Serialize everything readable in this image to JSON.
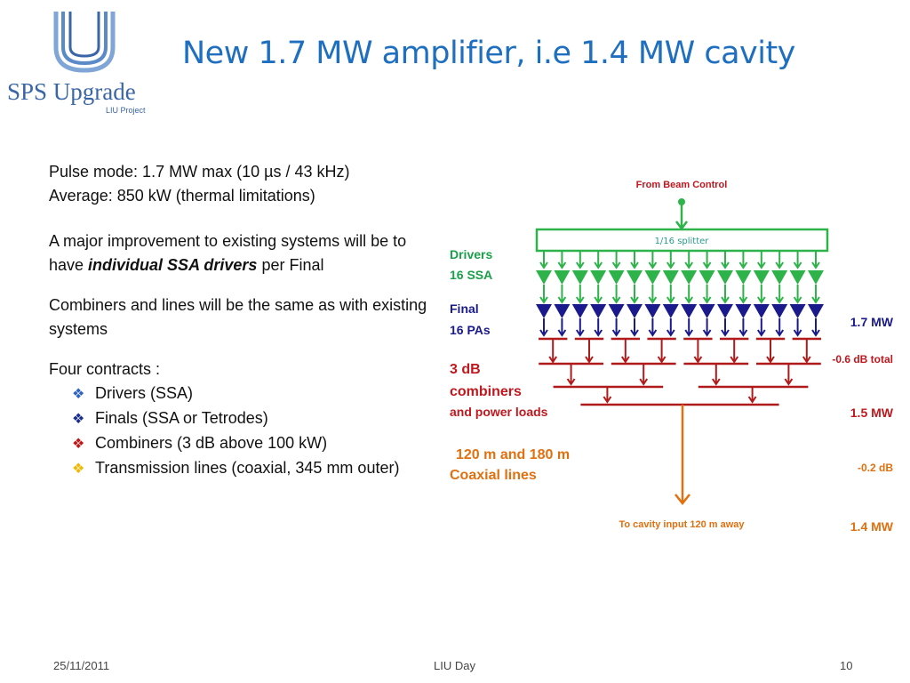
{
  "logo": {
    "name": "SPS Upgrade",
    "sub": "LIU Project"
  },
  "title": "New 1.7 MW amplifier, i.e 1.4 MW cavity",
  "body": {
    "pulse": "Pulse mode: 1.7 MW max (10 µs / 43 kHz)",
    "average": "Average: 850 kW (thermal limitations)",
    "improvement_before": "A major improvement to existing systems will be to have ",
    "improvement_emph": "individual SSA drivers",
    "improvement_after": " per Final",
    "combiners": "Combiners and lines will be the same as with existing systems",
    "contracts_heading": "Four contracts :",
    "contracts": [
      {
        "label": "Drivers (SSA)",
        "color": "#2f63c0"
      },
      {
        "label": "Finals (SSA or Tetrodes)",
        "color": "#1a2e8c"
      },
      {
        "label": "Combiners (3 dB above 100 kW)",
        "color": "#c01818"
      },
      {
        "label": "Transmission lines (coaxial, 345 mm outer)",
        "color": "#f0b800"
      }
    ]
  },
  "diagram": {
    "from_beam": "From Beam Control",
    "splitter": "1/16 splitter",
    "drivers_line1": "Drivers",
    "drivers_line2": "16 SSA",
    "final_line1": "Final",
    "final_line2": "16 PAs",
    "combiners_line1": "3 dB",
    "combiners_line2": "combiners",
    "combiners_line3": "and power loads",
    "lines_line1": "120 m and 180 m",
    "lines_line2": "Coaxial lines",
    "to_cavity": "To cavity input 120 m away",
    "p1": "1.7 MW",
    "loss1": "-0.6 dB total",
    "p2": "1.5 MW",
    "loss2": "-0.2 dB",
    "p3": "1.4 MW",
    "amplifier_count": 16,
    "colors": {
      "green": "#2db34a",
      "navy": "#1a1a8c",
      "red": "#b01a1a",
      "orange": "#e07010"
    }
  },
  "footer": {
    "date": "25/11/2011",
    "event": "LIU Day",
    "page": "10"
  }
}
